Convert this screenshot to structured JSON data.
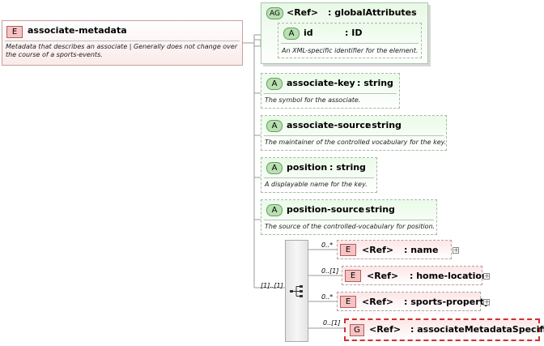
{
  "root": {
    "badge": "E",
    "name": "associate-metadata",
    "description": "Metadata that describes an associate | Generally does not change over the course of a sports-events."
  },
  "attribute_group": {
    "badge": "AG",
    "ref": "<Ref>",
    "name": ": globalAttributes",
    "inner": {
      "badge": "A",
      "name": "id",
      "type": ": ID",
      "description": "An XML-specific identifier for the element."
    }
  },
  "attributes": [
    {
      "badge": "A",
      "name": "associate-key",
      "type": ": string",
      "description": "The symbol for the associate."
    },
    {
      "badge": "A",
      "name": "associate-source",
      "type": ": string",
      "description": "The maintainer of the controlled vocabulary for the key."
    },
    {
      "badge": "A",
      "name": "position",
      "type": ": string",
      "description": "A displayable name for the key."
    },
    {
      "badge": "A",
      "name": "position-source",
      "type": ": string",
      "description": "The source of the controlled-vocabulary for position."
    }
  ],
  "sequence": {
    "cardinality": "[1]..[1]",
    "children": [
      {
        "badge": "E",
        "ref": "<Ref>",
        "name": ": name",
        "cardinality": "0..*",
        "expandable": "+"
      },
      {
        "badge": "E",
        "ref": "<Ref>",
        "name": ": home-location",
        "cardinality": "0..[1]",
        "expandable": "+"
      },
      {
        "badge": "E",
        "ref": "<Ref>",
        "name": ": sports-property",
        "cardinality": "0..*",
        "expandable": "+"
      },
      {
        "badge": "G",
        "ref": "<Ref>",
        "name": ": associateMetadataSpecific",
        "cardinality": "0..[1]"
      }
    ]
  }
}
